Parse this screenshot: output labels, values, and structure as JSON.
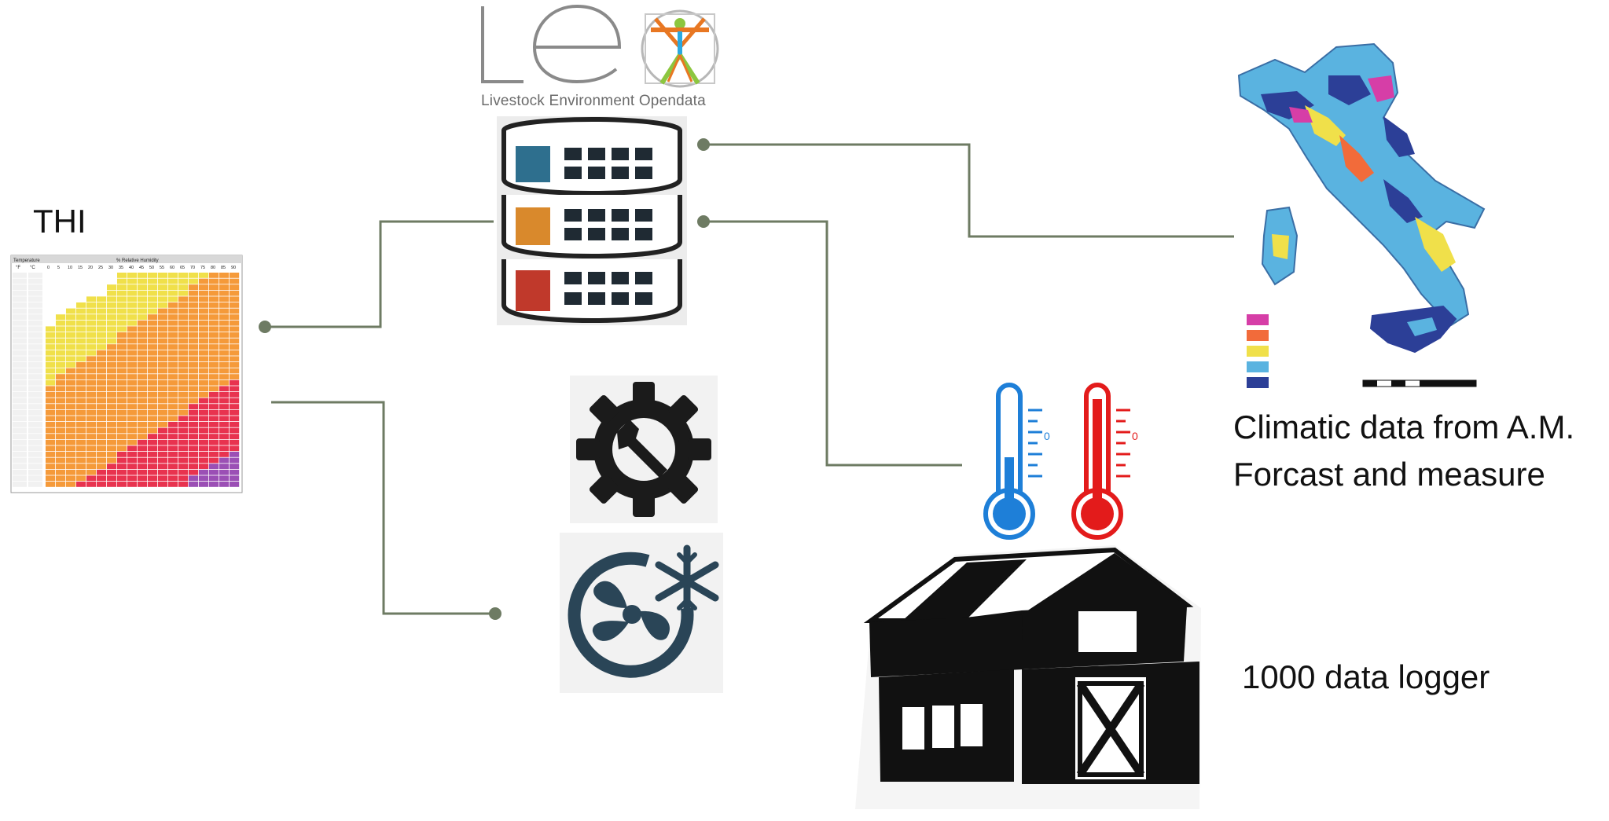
{
  "logo": {
    "caption": "Livestock Environment Opendata"
  },
  "thi": {
    "title": "THI",
    "header_temp": "Temperature",
    "header_rh": "% Relative Humidity",
    "unit_f": "°F",
    "unit_c": "°C",
    "rh_columns": [
      "0",
      "5",
      "10",
      "15",
      "20",
      "25",
      "30",
      "35",
      "40",
      "45",
      "50",
      "55",
      "60",
      "65",
      "70",
      "75",
      "80",
      "85",
      "90"
    ]
  },
  "climatic": {
    "line1": "Climatic data from A.M.",
    "line2": "Forcast and measure"
  },
  "barn": {
    "caption": "1000 data logger"
  },
  "thermometers": {
    "zero_left": "0",
    "zero_right": "0"
  },
  "colors": {
    "connector": "#6e7b63",
    "db_blue": "#2e6f8e",
    "db_orange": "#d9892c",
    "db_red": "#c0392b",
    "tool_dark": "#1b1b1b",
    "fan_dark": "#2a4557",
    "thermo_blue": "#1e7fd8",
    "thermo_red": "#e31b1b"
  },
  "map_legend_colors": [
    "#d63ea7",
    "#f26b3a",
    "#f0e04a",
    "#5ab3e0",
    "#2c3f97"
  ]
}
